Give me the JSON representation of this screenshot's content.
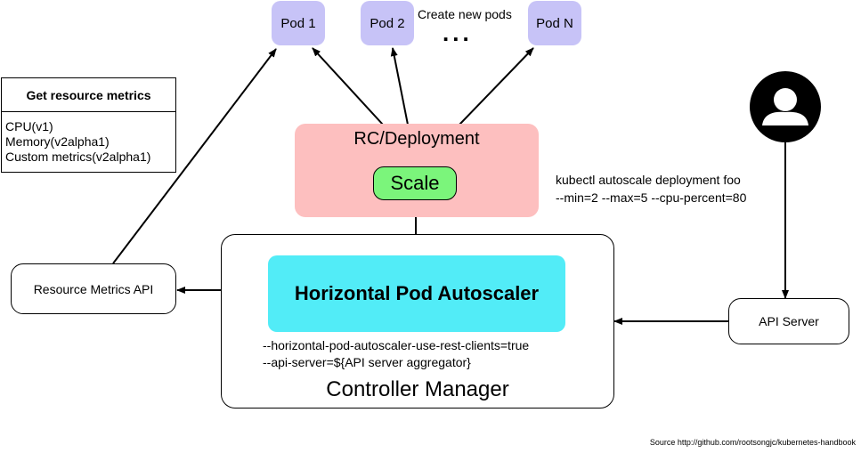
{
  "pods": {
    "pod1": "Pod 1",
    "pod2": "Pod 2",
    "podN": "Pod N",
    "ellipsis": "...",
    "create_label": "Create new pods"
  },
  "metrics": {
    "title": "Get resource metrics",
    "lines": [
      "CPU(v1)",
      "Memory(v2alpha1)",
      "Custom metrics(v2alpha1)"
    ]
  },
  "rc": {
    "title": "RC/Deployment",
    "scale_label": "Scale"
  },
  "command": {
    "lines": [
      "kubectl autoscale deployment foo",
      "--min=2 --max=5 --cpu-percent=80"
    ]
  },
  "resource_metrics_api": "Resource Metrics API",
  "hpa": "Horizontal Pod Autoscaler",
  "flags": [
    "--horizontal-pod-autoscaler-use-rest-clients=true",
    "--api-server=${API server aggregator}"
  ],
  "controller_manager": "Controller Manager",
  "api_server": "API Server",
  "source": "Source http://github.com/rootsongjc/kubernetes-handbook",
  "user_icon": "user-icon",
  "colors": {
    "pod": "#c7c3f7",
    "rc": "#fdbfbf",
    "scale": "#7bf57b",
    "hpa": "#52ecf7"
  }
}
